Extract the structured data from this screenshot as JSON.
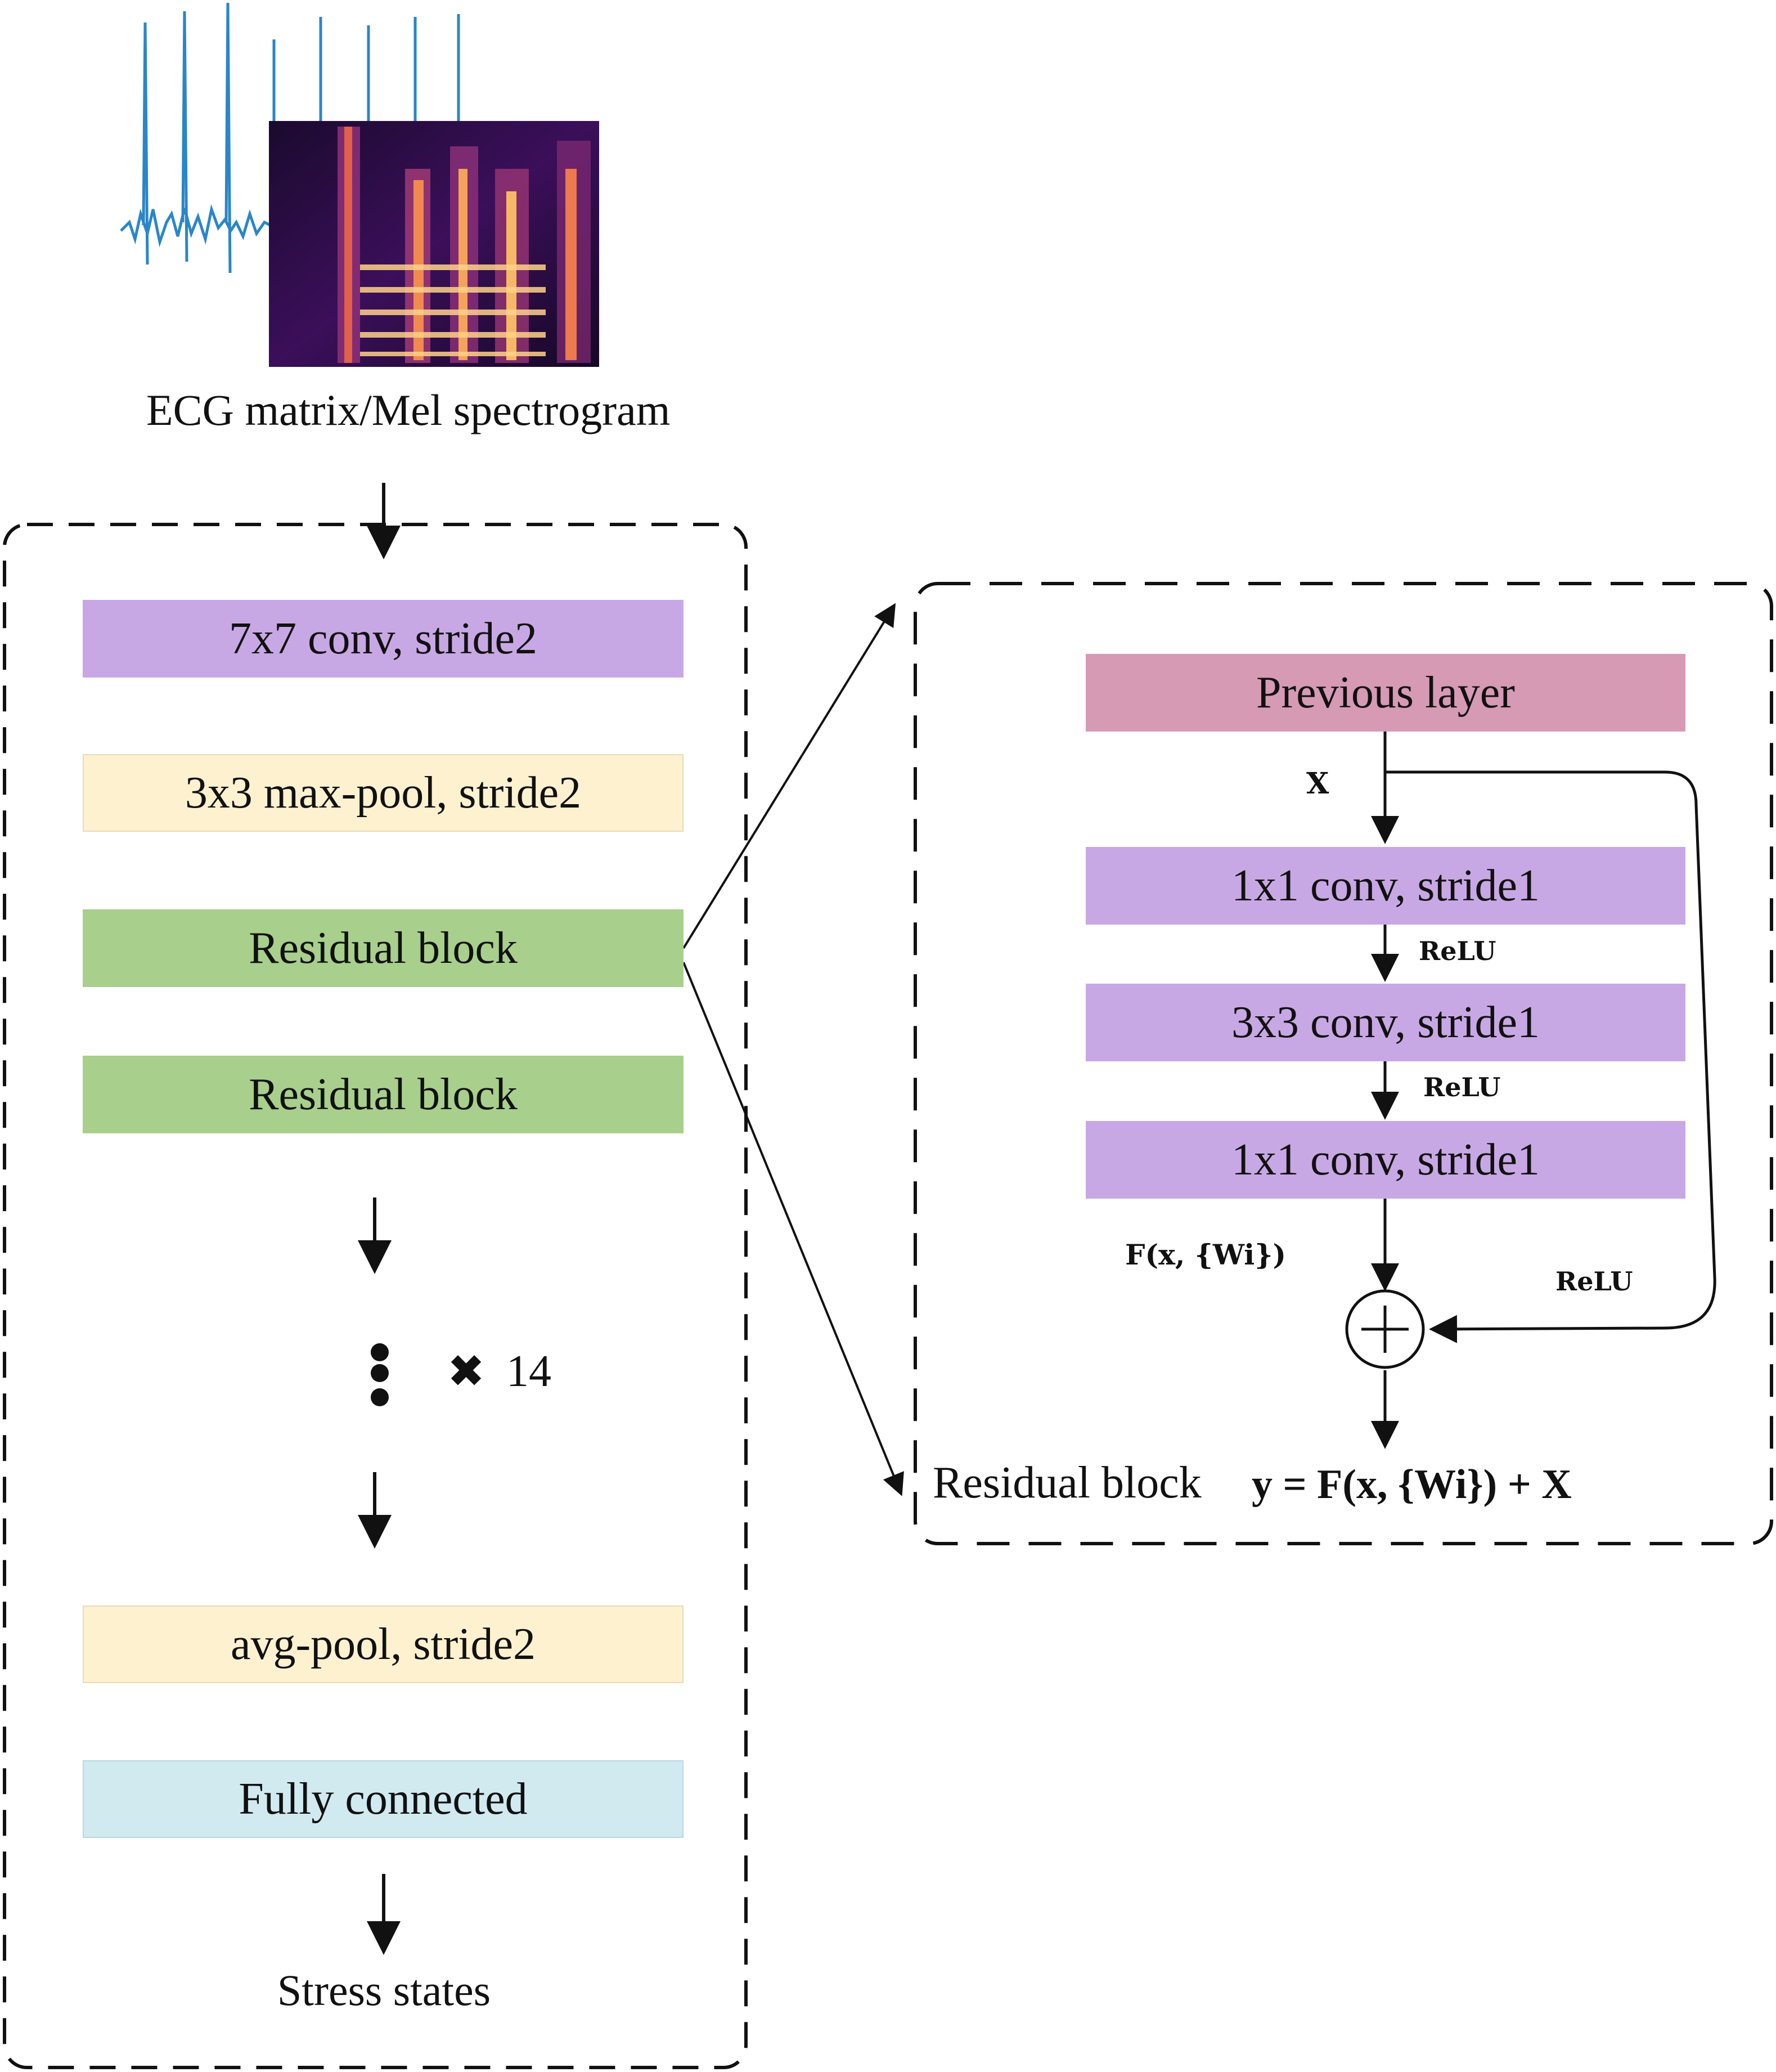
{
  "input_label": "ECG matrix/Mel spectrogram",
  "left_panel": {
    "layers": [
      {
        "label": "7x7 conv, stride2",
        "color": "#c8a8e4"
      },
      {
        "label": "3x3 max-pool, stride2",
        "color": "#fdf1d0"
      },
      {
        "label": "Residual block",
        "color": "#a8cf8c"
      },
      {
        "label": "Residual block",
        "color": "#a8cf8c"
      },
      {
        "label": "avg-pool, stride2",
        "color": "#fdf1d0"
      },
      {
        "label": "Fully connected",
        "color": "#d0eaf0"
      }
    ],
    "repeat_symbol": "✖",
    "repeat_count": "14",
    "output_label": "Stress states"
  },
  "residual_detail": {
    "previous_layer": {
      "label": "Previous layer",
      "color": "#d69ab5"
    },
    "x_label": "X",
    "layers": [
      {
        "label": "1x1 conv, stride1",
        "color": "#c8a8e4"
      },
      {
        "label": "3x3 conv, stride1",
        "color": "#c8a8e4"
      },
      {
        "label": "1x1 conv, stride1",
        "color": "#c8a8e4"
      }
    ],
    "relu_labels": [
      "ReLU",
      "ReLU",
      "ReLU"
    ],
    "function_label": "F(x, {Wi})",
    "title": "Residual block",
    "equation": "y = F(x, {Wi}) + X"
  }
}
